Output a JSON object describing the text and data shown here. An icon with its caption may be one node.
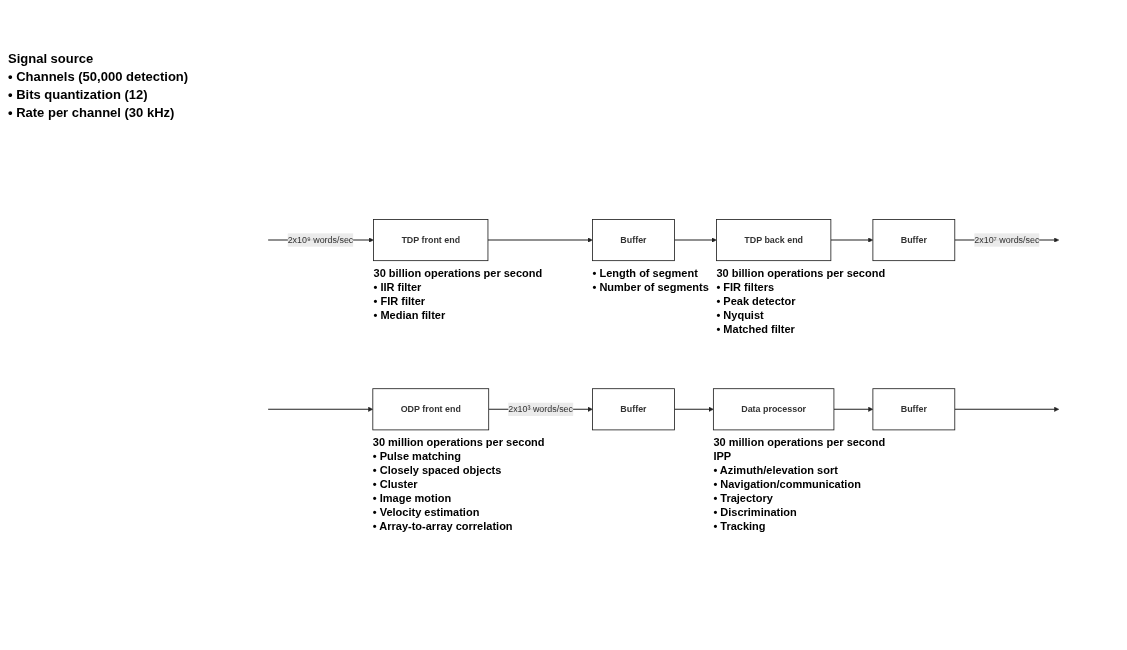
{
  "diagram": {
    "nodes": [
      {
        "text": [
          "TDP front end"
        ],
        "beside": [
          "30 billion operations per second",
          "• IIR filter",
          "• FIR filter",
          "• Median filter"
        ]
      },
      {
        "text": [
          "Buffer"
        ],
        "beside": [
          "• Length of segment",
          "• Number of segments"
        ]
      },
      {
        "text": [
          "TDP back end"
        ],
        "beside": [
          "30 billion operations per second",
          "• FIR filters",
          "• Peak detector",
          "• Nyquist",
          "• Matched filter"
        ]
      },
      {
        "text": [
          "Buffer"
        ]
      },
      {
        "text": [
          "ODP front end"
        ],
        "beside": [
          "30 million operations per second",
          "• Pulse matching",
          "• Closely spaced objects",
          "• Cluster",
          "• Image motion",
          "• Velocity estimation",
          "• Array-to-array correlation"
        ]
      },
      {
        "text": [
          "Buffer"
        ]
      },
      {
        "text": [
          "Data processor"
        ],
        "beside": [
          "30 million operations per second",
          "IPP",
          "• Azimuth/elevation sort",
          "• Navigation/communication",
          "• Trajectory",
          "• Discrimination",
          "• Tracking"
        ]
      },
      {
        "text": [
          "Buffer"
        ]
      }
    ],
    "edges": [
      {
        "from": null,
        "to": 0,
        "arrow": "to",
        "label": "2x10⁹ words/sec"
      },
      {
        "from": 0,
        "to": 1,
        "arrow": "to"
      },
      {
        "from": 1,
        "to": 2,
        "arrow": "to"
      },
      {
        "from": 2,
        "to": 3,
        "arrow": "to"
      },
      {
        "from": 3,
        "to": null,
        "arrow": "to",
        "label": "2x10⁷ words/sec"
      },
      {
        "from": null,
        "to": 4,
        "arrow": "to"
      },
      {
        "from": 4,
        "to": 5,
        "arrow": "to",
        "label": "2x10³ words/sec"
      },
      {
        "from": 5,
        "to": 6,
        "arrow": "to"
      },
      {
        "from": 6,
        "to": 7,
        "arrow": "to"
      },
      {
        "from": 7,
        "to": null,
        "arrow": "to"
      }
    ],
    "labels": [
      "Signal source",
      "• Channels (50,000 detection)",
      "• Bits quantization (12)",
      "• Rate per channel (30 kHz)"
    ]
  }
}
